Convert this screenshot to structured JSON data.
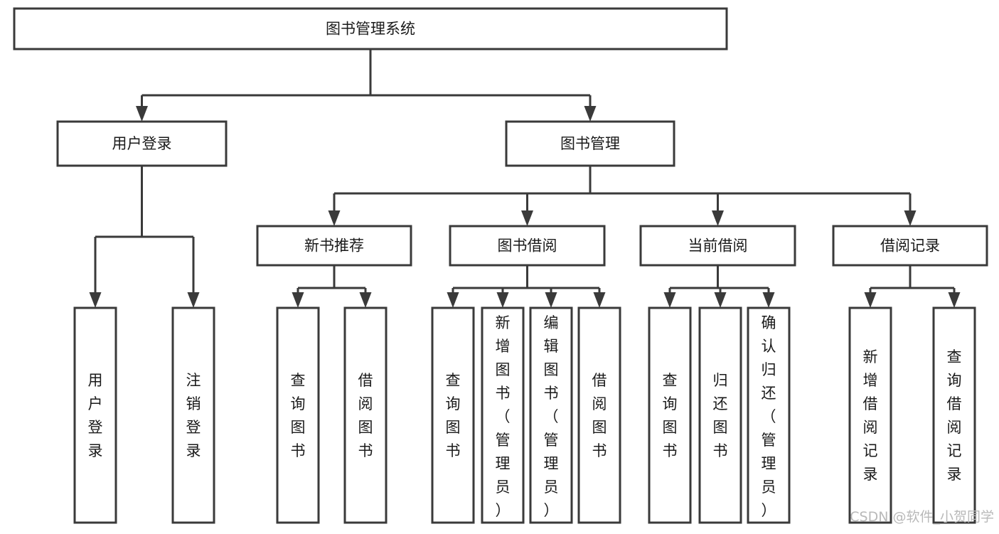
{
  "diagram": {
    "title": "图书管理系统",
    "type": "tree",
    "orientation": "top-down",
    "colors": {
      "stroke": "#3a3a3a",
      "box_fill": "#ffffff",
      "text": "#1a1a1a",
      "background": "#ffffff",
      "watermark": "#b9b9b9"
    },
    "nodes": {
      "root": {
        "label": "图书管理系统",
        "level": 0,
        "text_orientation": "horizontal"
      },
      "user_login": {
        "label": "用户登录",
        "level": 1,
        "text_orientation": "horizontal"
      },
      "book_manage": {
        "label": "图书管理",
        "level": 1,
        "text_orientation": "horizontal"
      },
      "new_book_recommend": {
        "label": "新书推荐",
        "level": 2,
        "text_orientation": "horizontal"
      },
      "book_borrow": {
        "label": "图书借阅",
        "level": 2,
        "text_orientation": "horizontal"
      },
      "current_borrow": {
        "label": "当前借阅",
        "level": 2,
        "text_orientation": "horizontal"
      },
      "borrow_record": {
        "label": "借阅记录",
        "level": 2,
        "text_orientation": "horizontal"
      },
      "leaf_user_login": {
        "label": "用户登录",
        "level": 3,
        "text_orientation": "vertical"
      },
      "leaf_logout": {
        "label": "注销登录",
        "level": 3,
        "text_orientation": "vertical"
      },
      "leaf_query_book_1": {
        "label": "查询图书",
        "level": 3,
        "text_orientation": "vertical"
      },
      "leaf_borrow_book_1": {
        "label": "借阅图书",
        "level": 3,
        "text_orientation": "vertical"
      },
      "leaf_query_book_2": {
        "label": "查询图书",
        "level": 3,
        "text_orientation": "vertical"
      },
      "leaf_add_book": {
        "label": "新增图书（管理员）",
        "level": 3,
        "text_orientation": "vertical"
      },
      "leaf_edit_book": {
        "label": "编辑图书（管理员）",
        "level": 3,
        "text_orientation": "vertical"
      },
      "leaf_borrow_book_2": {
        "label": "借阅图书",
        "level": 3,
        "text_orientation": "vertical"
      },
      "leaf_query_book_3": {
        "label": "查询图书",
        "level": 3,
        "text_orientation": "vertical"
      },
      "leaf_return_book": {
        "label": "归还图书",
        "level": 3,
        "text_orientation": "vertical"
      },
      "leaf_confirm_return": {
        "label": "确认归还（管理员）",
        "level": 3,
        "text_orientation": "vertical"
      },
      "leaf_add_record": {
        "label": "新增借阅记录",
        "level": 3,
        "text_orientation": "vertical"
      },
      "leaf_query_record": {
        "label": "查询借阅记录",
        "level": 3,
        "text_orientation": "vertical"
      }
    },
    "edges": [
      {
        "from": "root",
        "to": "user_login"
      },
      {
        "from": "root",
        "to": "book_manage"
      },
      {
        "from": "book_manage",
        "to": "new_book_recommend"
      },
      {
        "from": "book_manage",
        "to": "book_borrow"
      },
      {
        "from": "book_manage",
        "to": "current_borrow"
      },
      {
        "from": "book_manage",
        "to": "borrow_record"
      },
      {
        "from": "user_login",
        "to": "leaf_user_login"
      },
      {
        "from": "user_login",
        "to": "leaf_logout"
      },
      {
        "from": "new_book_recommend",
        "to": "leaf_query_book_1"
      },
      {
        "from": "new_book_recommend",
        "to": "leaf_borrow_book_1"
      },
      {
        "from": "book_borrow",
        "to": "leaf_query_book_2"
      },
      {
        "from": "book_borrow",
        "to": "leaf_add_book"
      },
      {
        "from": "book_borrow",
        "to": "leaf_edit_book"
      },
      {
        "from": "book_borrow",
        "to": "leaf_borrow_book_2"
      },
      {
        "from": "current_borrow",
        "to": "leaf_query_book_3"
      },
      {
        "from": "current_borrow",
        "to": "leaf_return_book"
      },
      {
        "from": "current_borrow",
        "to": "leaf_confirm_return"
      },
      {
        "from": "borrow_record",
        "to": "leaf_add_record"
      },
      {
        "from": "borrow_record",
        "to": "leaf_query_record"
      }
    ]
  },
  "watermark": {
    "text": "CSDN @软件_小贺同学"
  }
}
